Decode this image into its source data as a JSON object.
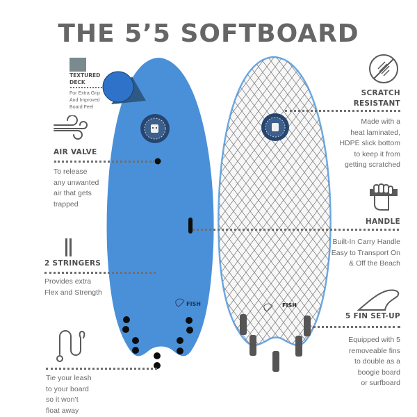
{
  "title": "THE 5’5 SOFTBOARD",
  "colors": {
    "deck_blue": "#4a90d9",
    "swatch_blue": "#2f72c9",
    "swatch_gray": "#7a8a8e",
    "text_gray": "#5a5a5a",
    "title_gray": "#666666",
    "bottom_white": "#f7f7f7",
    "rail_blue": "#6aaae6"
  },
  "features_left": [
    {
      "id": "textured-deck",
      "title_lines": [
        "TEXTURED",
        "DECK"
      ],
      "desc_lines": [
        "For Extra Grip",
        "And Improved",
        "Board Feel"
      ],
      "icon": "texture-swatch-icon"
    },
    {
      "id": "air-valve",
      "title": "AIR VALVE",
      "desc_lines": [
        "To release",
        "any unwanted",
        "air that gets",
        "trapped"
      ],
      "icon": "wind-icon"
    },
    {
      "id": "stringers",
      "title": "2 STRINGERS",
      "desc_lines": [
        "Provides extra",
        "Flex and Strength"
      ],
      "icon": "stringers-icon"
    },
    {
      "id": "leash",
      "title": "",
      "desc_lines": [
        "Tie your leash",
        "to your board",
        "so it won’t",
        "float away"
      ],
      "icon": "leash-icon"
    }
  ],
  "features_right": [
    {
      "id": "scratch-resistant",
      "title_lines": [
        "SCRATCH",
        "RESISTANT"
      ],
      "desc_lines": [
        "Made with a",
        "heat laminated,",
        "HDPE slick bottom",
        "to keep it from",
        "getting scratched"
      ],
      "icon": "scratch-icon"
    },
    {
      "id": "handle",
      "title": "HANDLE",
      "desc_lines": [
        "Built-In Carry Handle",
        "Easy to Transport On",
        "& Off the Beach"
      ],
      "icon": "fist-icon"
    },
    {
      "id": "fins",
      "title": "5 FIN SET-UP",
      "desc_lines": [
        "Equipped with 5",
        "removeable fins",
        "to double as a",
        "boogie board",
        "or surfboard"
      ],
      "icon": "fin-icon"
    }
  ],
  "board": {
    "model_label": "FISH"
  }
}
